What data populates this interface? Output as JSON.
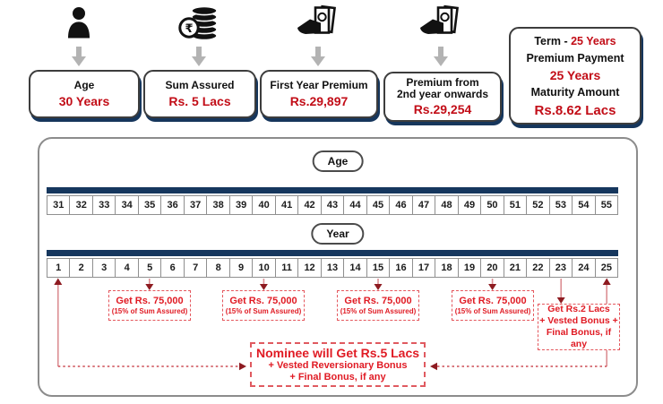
{
  "colors": {
    "navy_bar": "#16375e",
    "card_value_red": "#c20d17",
    "callout_red": "#e01b24",
    "arrowhead_maroon": "#8e1b21",
    "connector_pink": "#dc8f94",
    "gray_arrow": "#b3b3b3"
  },
  "top": {
    "cards": [
      {
        "icon": "person-icon",
        "label": "Age",
        "value": "30 Years"
      },
      {
        "icon": "rupee-coins-icon",
        "label": "Sum Assured",
        "value": "Rs. 5 Lacs"
      },
      {
        "icon": "hand-money-icon",
        "label": "First Year Premium",
        "value": "Rs.29,897"
      },
      {
        "icon": "hand-money-icon",
        "label": "Premium from\n2nd year onwards",
        "value": "Rs.29,254"
      }
    ],
    "summary_card": {
      "term_label": "Term  -",
      "term_value": "25 Years",
      "premium_payment_label": "Premium Payment",
      "premium_payment_value": "25 Years",
      "maturity_label": "Maturity Amount",
      "maturity_value": "Rs.8.62 Lacs"
    },
    "rupee_symbol": "₹"
  },
  "timeline": {
    "age_pill": "Age",
    "year_pill": "Year",
    "ages": [
      "31",
      "32",
      "33",
      "34",
      "35",
      "36",
      "37",
      "38",
      "39",
      "40",
      "41",
      "42",
      "43",
      "44",
      "45",
      "46",
      "47",
      "48",
      "49",
      "50",
      "51",
      "52",
      "53",
      "54",
      "55"
    ],
    "years": [
      "1",
      "2",
      "3",
      "4",
      "5",
      "6",
      "7",
      "8",
      "9",
      "10",
      "11",
      "12",
      "13",
      "14",
      "15",
      "16",
      "17",
      "18",
      "19",
      "20",
      "21",
      "22",
      "23",
      "24",
      "25"
    ],
    "payouts": [
      {
        "at_year": "5",
        "amount": "Get Rs. 75,000",
        "note": "(15% of Sum Assured)"
      },
      {
        "at_year": "10",
        "amount": "Get Rs. 75,000",
        "note": "(15% of Sum Assured)"
      },
      {
        "at_year": "15",
        "amount": "Get Rs. 75,000",
        "note": "(15% of Sum Assured)"
      },
      {
        "at_year": "20",
        "amount": "Get Rs. 75,000",
        "note": "(15% of Sum Assured)"
      }
    ],
    "maturity_box": {
      "line1": "Get Rs.2 Lacs",
      "line2": "+ Vested Bonus +",
      "line3": "Final Bonus, if any"
    },
    "nominee_box": {
      "line1": "Nominee will Get Rs.5 Lacs",
      "line2": "+ Vested Reversionary Bonus",
      "line3": "+ Final Bonus, if any"
    }
  }
}
